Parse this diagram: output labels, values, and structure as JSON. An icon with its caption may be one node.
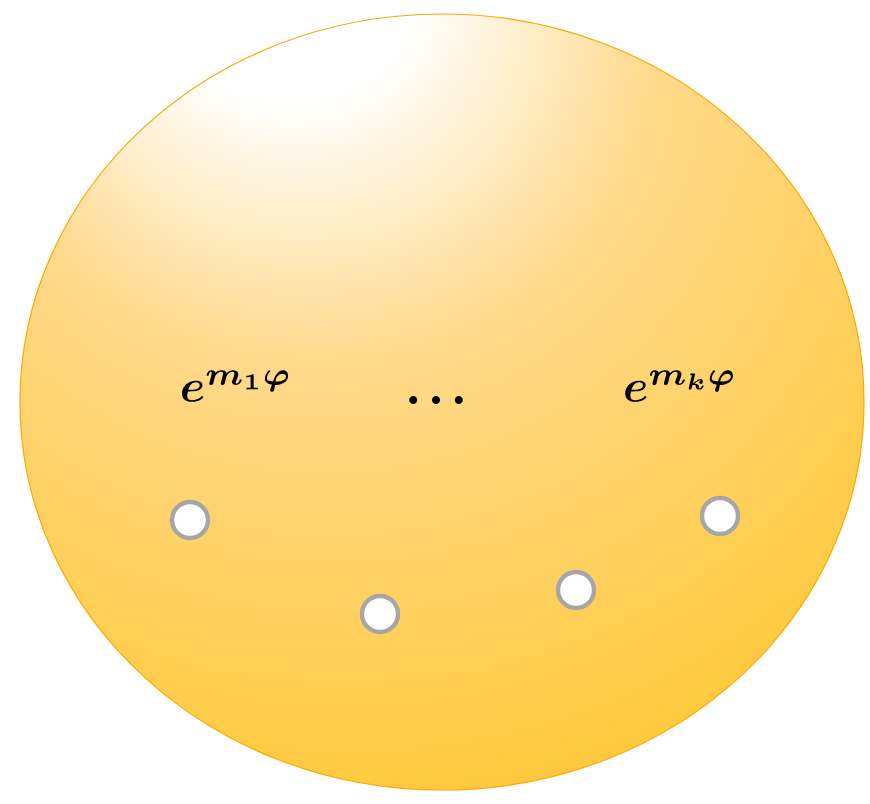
{
  "diagram": {
    "nodes": [
      {
        "text": [
          "e^{m_1\\varphi}",
          "…",
          "e^{m_k\\varphi}"
        ]
      },
      {
        "text": [],
        "shape": "circle",
        "in": 0
      },
      {
        "text": [],
        "shape": "circle",
        "in": 0
      },
      {
        "text": [],
        "shape": "circle",
        "in": 0
      },
      {
        "text": [],
        "shape": "circle",
        "in": 0
      }
    ]
  }
}
